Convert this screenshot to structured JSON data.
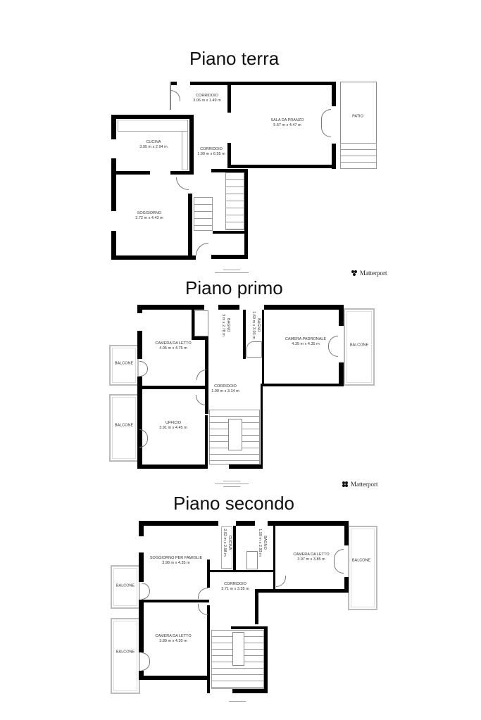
{
  "floors": [
    {
      "title": "Piano terra",
      "rooms": [
        {
          "name": "CORRIDOIO",
          "size": "3.06 m x 1.49 m"
        },
        {
          "name": "SALA DA PRANZO",
          "size": "5.67 m x 4.47 m"
        },
        {
          "name": "PATIO",
          "size": ""
        },
        {
          "name": "CUCINA",
          "size": "3.95 m x 2.94 m"
        },
        {
          "name": "CORRIDOIO",
          "size": "1.90 m x 6.55 m"
        },
        {
          "name": "SOGGIORNO",
          "size": "3.72 m x 4.43 m"
        }
      ],
      "brand": "Matterport"
    },
    {
      "title": "Piano primo",
      "rooms": [
        {
          "name": "CAMERA DA LETTO",
          "size": "4.05 m x 4.75 m"
        },
        {
          "name": "BAGNO",
          "size": "3 m x 2.78 m"
        },
        {
          "name": "BAGNO",
          "size": "1.69 m x 3.03 m"
        },
        {
          "name": "CAMERA PADRONALE",
          "size": "4.39 m x 4.35 m"
        },
        {
          "name": "BALCONE",
          "size": ""
        },
        {
          "name": "BALCONE",
          "size": ""
        },
        {
          "name": "CORRIDOIO",
          "size": "1.90 m x 3.14 m"
        },
        {
          "name": "UFFICIO",
          "size": "3.91 m x 4.45 m"
        },
        {
          "name": "BALCONE",
          "size": ""
        }
      ],
      "brand": "Matterport"
    },
    {
      "title": "Piano secondo",
      "rooms": [
        {
          "name": "SOGGIORNO PER FAMIGLIE",
          "size": "3.98 m x 4.35 m"
        },
        {
          "name": "CUCINA",
          "size": "2.02 m x 2.98 m"
        },
        {
          "name": "BAGNO",
          "size": "1.59 m x 2.93 m"
        },
        {
          "name": "CAMERA DA LETTO",
          "size": "3.97 m x 3.85 m"
        },
        {
          "name": "BALCONE",
          "size": ""
        },
        {
          "name": "CORRIDOIO",
          "size": "3.71 m x 3.35 m"
        },
        {
          "name": "BALCONE",
          "size": ""
        },
        {
          "name": "CAMERA DA LETTO",
          "size": "3.89 m x 4.20 m"
        },
        {
          "name": "BALCONE",
          "size": ""
        }
      ],
      "brand": ""
    }
  ]
}
